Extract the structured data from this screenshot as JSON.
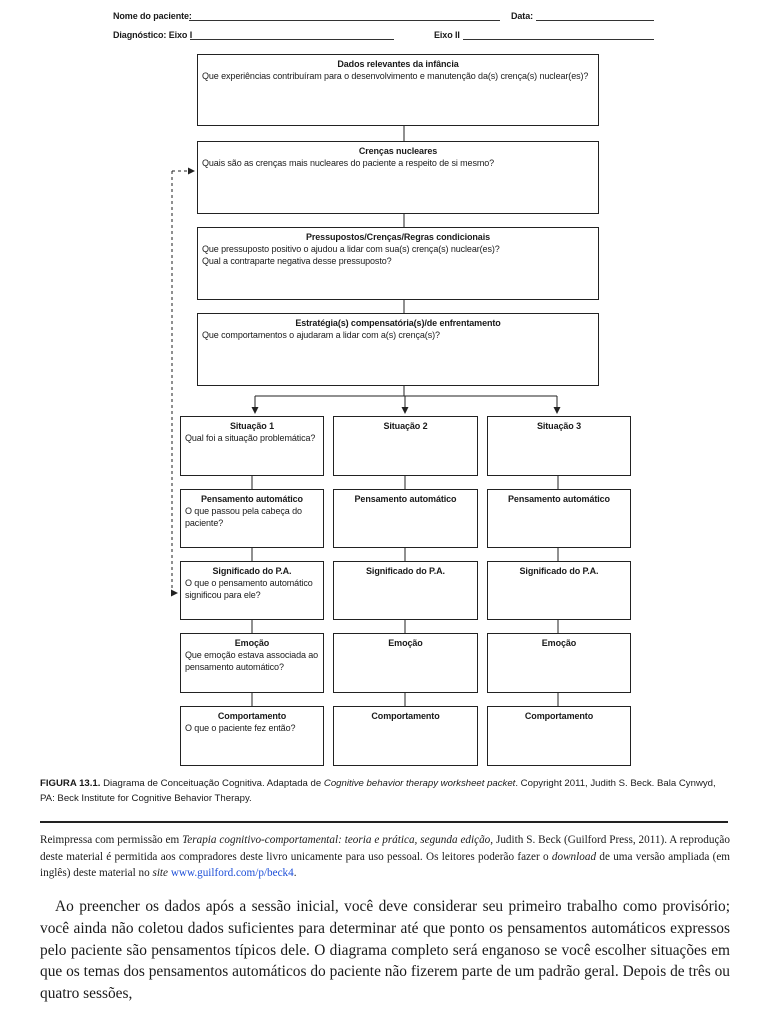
{
  "form": {
    "patient_label": "Nome do paciente:",
    "date_label": "Data:",
    "diagnosis_label": "Diagnóstico: Eixo I",
    "axis2_label": "Eixo II"
  },
  "diagram": {
    "childhood": {
      "title": "Dados relevantes da infância",
      "question": "Que experiências contribuíram para o desenvolvimento e manutenção da(s) crença(s) nuclear(es)?"
    },
    "core": {
      "title": "Crenças nucleares",
      "question": "Quais são as crenças mais nucleares do paciente a respeito de si mesmo?"
    },
    "assumptions": {
      "title": "Pressupostos/Crenças/Regras condicionais",
      "question_1": "Que pressuposto positivo o ajudou a lidar com sua(s) crença(s) nuclear(es)?",
      "question_2": "Qual a contraparte negativa desse pressuposto?"
    },
    "strategies": {
      "title": "Estratégia(s) compensatória(s)/de enfrentamento",
      "question": "Que comportamentos o ajudaram a lidar com a(s) crença(s)?"
    },
    "columns": [
      {
        "situation": "Situação 1",
        "situation_q": "Qual foi a situação problemática?",
        "thought": "Pensamento automático",
        "thought_q": "O que passou pela cabeça do paciente?",
        "meaning": "Significado do P.A.",
        "meaning_q": "O que o pensamento automático significou para ele?",
        "emotion": "Emoção",
        "emotion_q": "Que emoção estava associada ao pensamento automático?",
        "behavior": "Comportamento",
        "behavior_q": "O que o paciente fez então?"
      },
      {
        "situation": "Situação 2",
        "thought": "Pensamento automático",
        "meaning": "Significado do P.A.",
        "emotion": "Emoção",
        "behavior": "Comportamento"
      },
      {
        "situation": "Situação 3",
        "thought": "Pensamento automático",
        "meaning": "Significado do P.A.",
        "emotion": "Emoção",
        "behavior": "Comportamento"
      }
    ]
  },
  "caption": {
    "figure_label": "FIGURA 13.1.",
    "text_1": " Diagrama de Conceituação Cognitiva. Adaptada de ",
    "italic_title": "Cognitive behavior therapy worksheet packet",
    "text_2": ". Copyright 2011, Judith S. Beck. Bala Cynwyd, PA: Beck Institute for Cognitive Behavior Therapy."
  },
  "note": {
    "text_1": "Reimpressa com permissão em ",
    "italic_1": "Terapia cognitivo-comportamental: teoria e prática, segunda edição",
    "text_2": ", Judith S. Beck (Guilford Press, 2011). A reprodução deste material é permitida aos compradores deste livro unicamente para uso pessoal. Os leitores poderão fazer o ",
    "italic_2": "download",
    "text_3": " de uma versão ampliada (em inglês) deste material no ",
    "italic_3": "site",
    "text_4": " ",
    "link": "www.guilford.com/p/beck4",
    "text_5": "."
  },
  "body": {
    "paragraph": "Ao preencher os dados após a sessão inicial, você deve considerar seu primeiro trabalho como provisório; você ainda não coletou dados suficientes para determinar até que ponto os pensamentos automáticos expressos pelo paciente são pensamentos típicos dele. O diagrama completo será enganoso se você escolher situações em que os temas dos pensamentos automáticos do paciente não fizerem parte de um padrão geral. Depois de três ou quatro sessões,"
  },
  "colors": {
    "link": "#1d4fd8",
    "ink": "#1a1a1a"
  }
}
